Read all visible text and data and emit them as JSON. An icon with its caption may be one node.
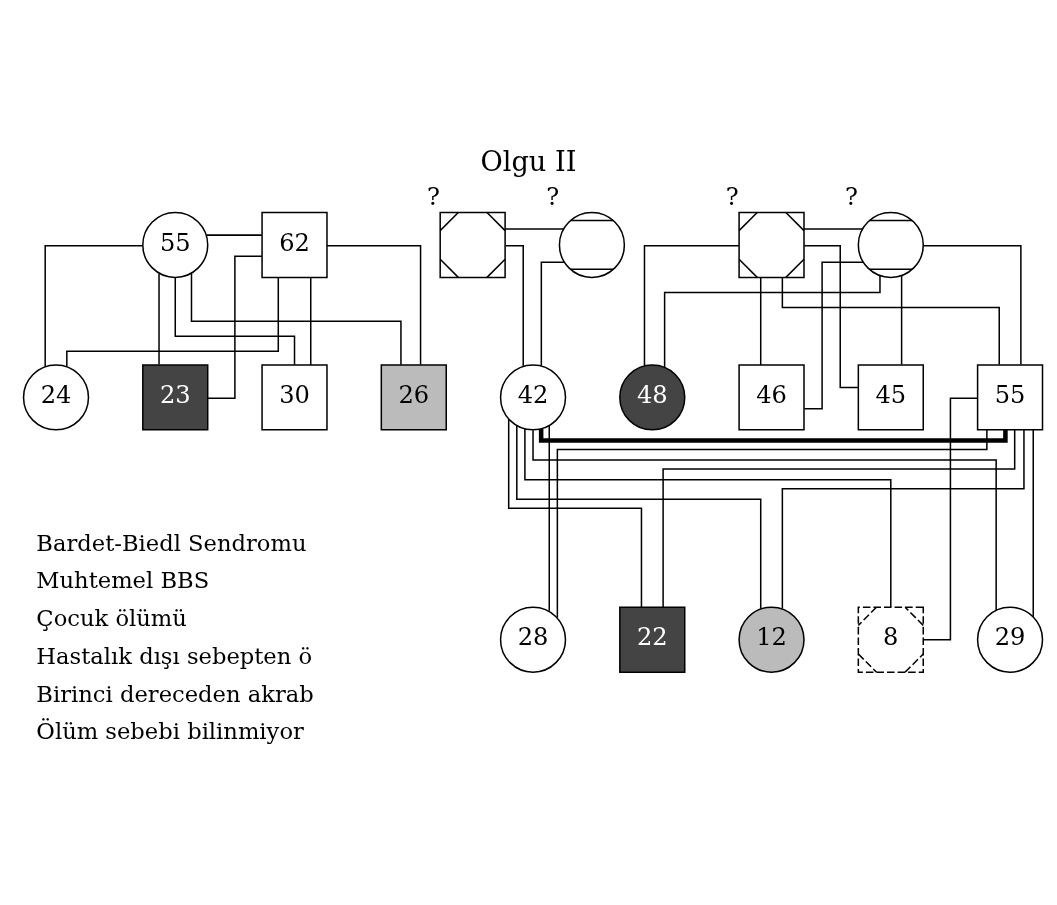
{
  "diagram": {
    "title": "Olgu II",
    "nodes": [
      {
        "text": [
          "55"
        ]
      },
      {
        "text": [
          "62"
        ]
      },
      {
        "text": [
          "30"
        ]
      },
      {
        "text": [
          "26"
        ]
      },
      {
        "text": [
          "24"
        ]
      },
      {
        "text": [
          "23"
        ]
      },
      {
        "text": [],
        "shape": "box",
        "beside": [
          "?"
        ]
      },
      {
        "text": [],
        "shape": "circle",
        "beside": [
          "?"
        ]
      },
      {
        "text": [],
        "shape": "box",
        "beside": [
          "?"
        ]
      },
      {
        "text": [],
        "shape": "circle",
        "beside": [
          "?"
        ]
      },
      {
        "text": [
          "42"
        ]
      },
      {
        "text": [
          "55"
        ]
      },
      {
        "text": [
          "48"
        ]
      },
      {
        "text": [
          "46"
        ]
      },
      {
        "text": [
          "45"
        ]
      },
      {
        "text": [
          "29"
        ]
      },
      {
        "text": [
          "28"
        ]
      },
      {
        "text": [
          "22"
        ]
      },
      {
        "text": [
          "12"
        ]
      },
      {
        "text": [
          "8"
        ]
      }
    ],
    "edges": [
      {
        "from": 0,
        "to": 1,
        "arrow": "none"
      },
      {
        "from": 0,
        "to": 2,
        "arrow": "none"
      },
      {
        "from": 0,
        "to": 3,
        "arrow": "none"
      },
      {
        "from": 0,
        "to": 4,
        "arrow": "none"
      },
      {
        "from": 0,
        "to": 5,
        "arrow": "none"
      },
      {
        "from": 1,
        "to": 2,
        "arrow": "none"
      },
      {
        "from": 1,
        "to": 3,
        "arrow": "none"
      },
      {
        "from": 1,
        "to": 4,
        "arrow": "none"
      },
      {
        "from": 1,
        "to": 5,
        "arrow": "none"
      },
      {
        "from": 6,
        "to": 7,
        "arrow": "none"
      },
      {
        "from": 6,
        "to": 10,
        "arrow": "none"
      },
      {
        "from": 7,
        "to": 10,
        "arrow": "none"
      },
      {
        "from": 8,
        "to": 9,
        "arrow": "none"
      },
      {
        "from": 8,
        "to": 11,
        "arrow": "none"
      },
      {
        "from": 8,
        "to": 12,
        "arrow": "none"
      },
      {
        "from": 8,
        "to": 13,
        "arrow": "none"
      },
      {
        "from": 8,
        "to": 14,
        "arrow": "none"
      },
      {
        "from": 9,
        "to": 11,
        "arrow": "none"
      },
      {
        "from": 9,
        "to": 12,
        "arrow": "none"
      },
      {
        "from": 9,
        "to": 13,
        "arrow": "none"
      },
      {
        "from": 9,
        "to": 14,
        "arrow": "none"
      },
      {
        "from": 10,
        "to": 11,
        "arrow": "none",
        "style": "thick"
      },
      {
        "from": 10,
        "to": 15,
        "arrow": "none"
      },
      {
        "from": 10,
        "to": 16,
        "arrow": "none"
      },
      {
        "from": 10,
        "to": 17,
        "arrow": "none"
      },
      {
        "from": 10,
        "to": 18,
        "arrow": "none"
      },
      {
        "from": 10,
        "to": 19,
        "arrow": "none"
      },
      {
        "from": 11,
        "to": 15,
        "arrow": "none"
      },
      {
        "from": 11,
        "to": 16,
        "arrow": "none"
      },
      {
        "from": 11,
        "to": 17,
        "arrow": "none"
      },
      {
        "from": 11,
        "to": 18,
        "arrow": "none"
      },
      {
        "from": 11,
        "to": 19,
        "arrow": "none"
      }
    ],
    "legend": [
      {
        "text": "Bardet-Biedl Sendromu"
      },
      {
        "text": "Muhtemel BBS"
      },
      {
        "text": "Çocuk ölümü"
      },
      {
        "text": "Hastalık dışı sebepten ö"
      },
      {
        "text": "Birinci dereceden akrab"
      },
      {
        "text": "Ölüm sebebi bilinmiyor"
      }
    ]
  }
}
